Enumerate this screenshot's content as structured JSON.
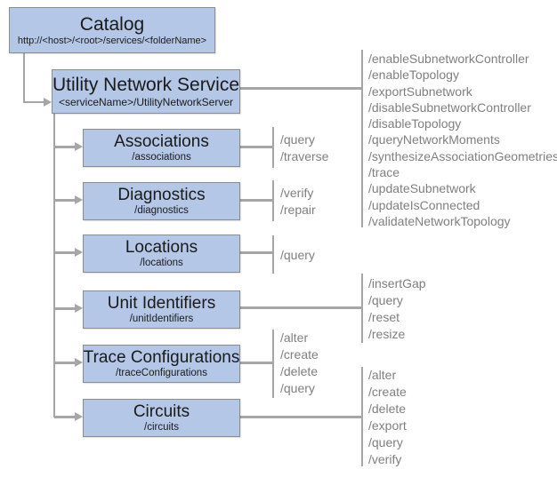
{
  "diagram": {
    "catalog": {
      "title": "Catalog",
      "subtitle": "http://<host>/<root>/services/<folderName>"
    },
    "service": {
      "title": "Utility Network Service",
      "subtitle": "<serviceName>/UtilityNetworkServer",
      "operations": [
        "/enableSubnetworkController",
        "/enableTopology",
        "/exportSubnetwork",
        "/disableSubnetworkController",
        "/disableTopology",
        "/queryNetworkMoments",
        "/synthesizeAssociationGeometries",
        "/trace",
        "/updateSubnetwork",
        "/updateIsConnected",
        "/validateNetworkTopology"
      ]
    },
    "resources": [
      {
        "title": "Associations",
        "subtitle": "/associations",
        "operations": [
          "/query",
          "/traverse"
        ]
      },
      {
        "title": "Diagnostics",
        "subtitle": "/diagnostics",
        "operations": [
          "/verify",
          "/repair"
        ]
      },
      {
        "title": "Locations",
        "subtitle": "/locations",
        "operations": [
          "/query"
        ]
      },
      {
        "title": "Unit Identifiers",
        "subtitle": "/unitIdentifiers",
        "operations": [
          "/insertGap",
          "/query",
          "/reset",
          "/resize"
        ]
      },
      {
        "title": "Trace Configurations",
        "subtitle": "/traceConfigurations",
        "operations": [
          "/alter",
          "/create",
          "/delete",
          "/query"
        ]
      },
      {
        "title": "Circuits",
        "subtitle": "/circuits",
        "operations": [
          "/alter",
          "/create",
          "/delete",
          "/export",
          "/query",
          "/verify"
        ]
      }
    ],
    "colors": {
      "box_fill": "#b4c7e7",
      "box_border": "#8c8c8c",
      "connector": "#a6a6a6",
      "ops_text": "#7f7f7f",
      "title_text": "#1a1a1a"
    }
  }
}
